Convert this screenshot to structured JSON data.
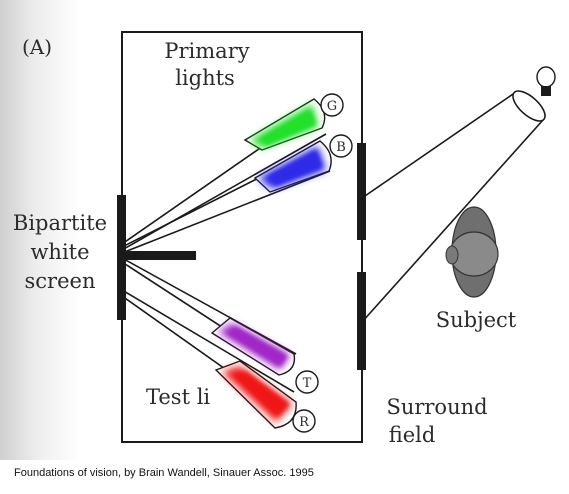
{
  "panel_label": "(A)",
  "labels": {
    "primary_lights_line1": "Primary",
    "primary_lights_line2": "lights",
    "screen_line1": "Bipartite",
    "screen_line2": "white",
    "screen_line3": "screen",
    "subject": "Subject",
    "test_light": "Test li",
    "surround_line1": "Surround",
    "surround_line2": "field"
  },
  "lamps": {
    "green": "G",
    "blue": "B",
    "test": "T",
    "red": "R"
  },
  "colors": {
    "green": "#22e02a",
    "blue": "#2d2be8",
    "purple": "#a126c8",
    "red": "#f01515",
    "ink": "#1a1a1a"
  },
  "caption": "Foundations of vision, by Brain Wandell, Sinauer Assoc. 1995"
}
